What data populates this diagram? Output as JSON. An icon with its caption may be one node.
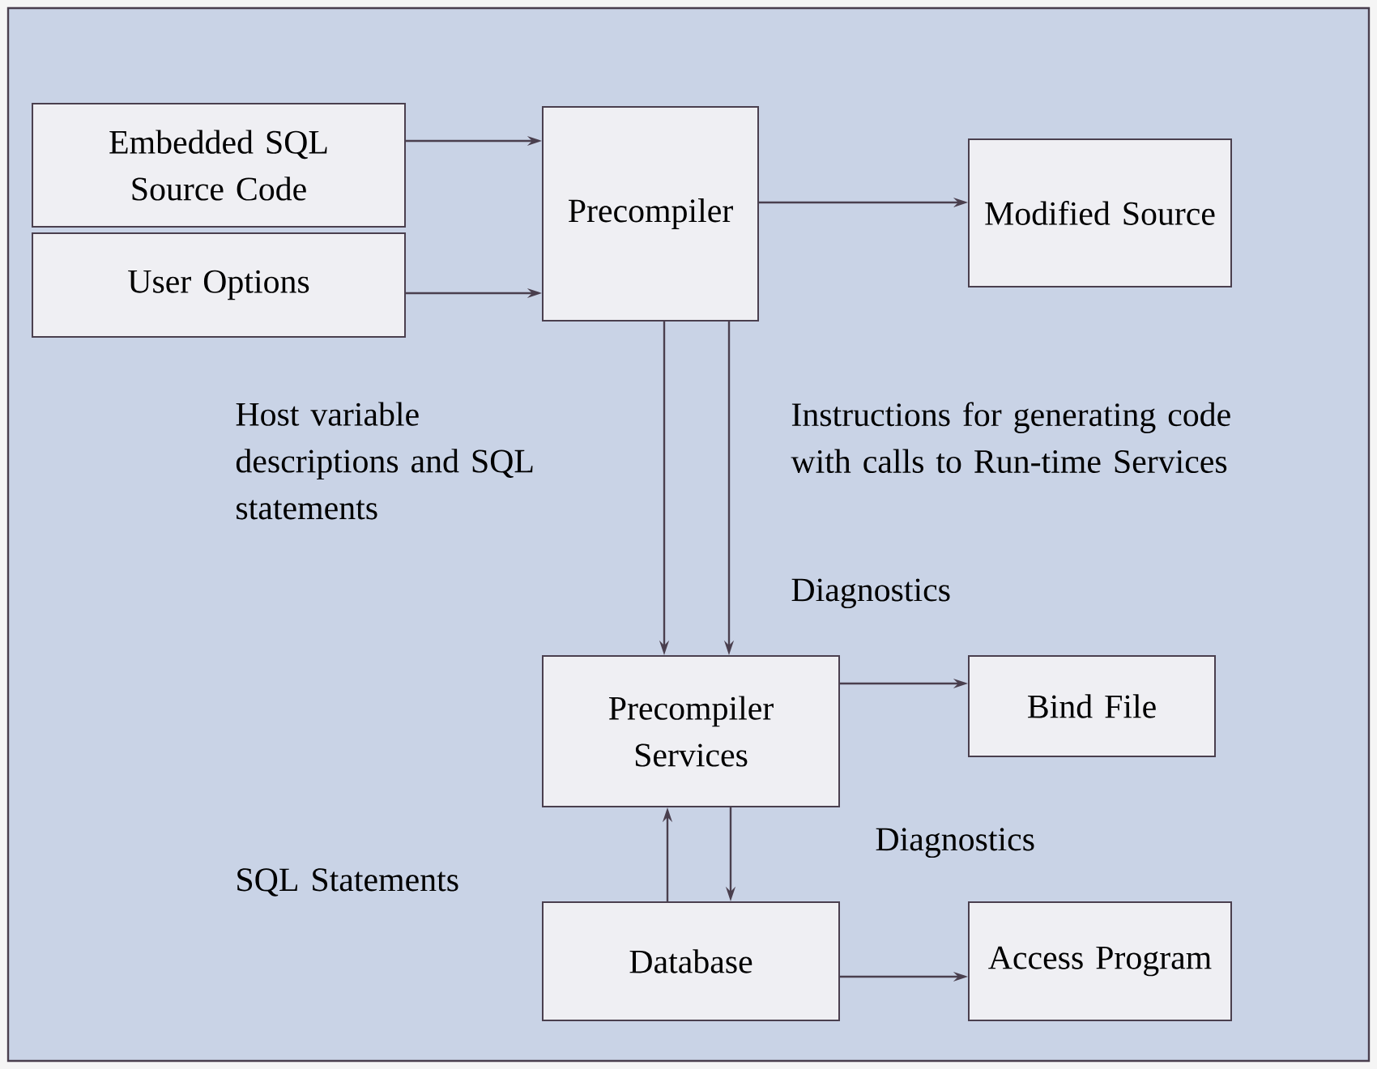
{
  "diagram": {
    "nodes": [
      {
        "text": [
          "Embedded SQL Source Code"
        ]
      },
      {
        "text": [
          "User Options"
        ]
      },
      {
        "text": [
          "Precompiler"
        ]
      },
      {
        "text": [
          "Modified Source"
        ]
      },
      {
        "text": [
          "Precompiler Services"
        ]
      },
      {
        "text": [
          "Bind File"
        ]
      },
      {
        "text": [
          "Database"
        ]
      },
      {
        "text": [
          "Access Program"
        ]
      }
    ],
    "edges": [
      {
        "from": 0,
        "to": 2,
        "arrow": "to"
      },
      {
        "from": 1,
        "to": 2,
        "arrow": "to"
      },
      {
        "from": 2,
        "to": 3,
        "arrow": "to"
      },
      {
        "from": 2,
        "to": 4,
        "arrow": "to"
      },
      {
        "from": 2,
        "to": 4,
        "arrow": "to"
      },
      {
        "from": 4,
        "to": 5,
        "arrow": "to"
      },
      {
        "from": 6,
        "to": 4,
        "arrow": "to"
      },
      {
        "from": 4,
        "to": 6,
        "arrow": "to"
      },
      {
        "from": 6,
        "to": 7,
        "arrow": "to"
      }
    ],
    "labels": [
      "Host variable descriptions and SQL statements",
      "Instructions for generating code with calls to Run-time Services",
      "Diagnostics",
      "SQL Statements",
      "Diagnostics"
    ]
  }
}
